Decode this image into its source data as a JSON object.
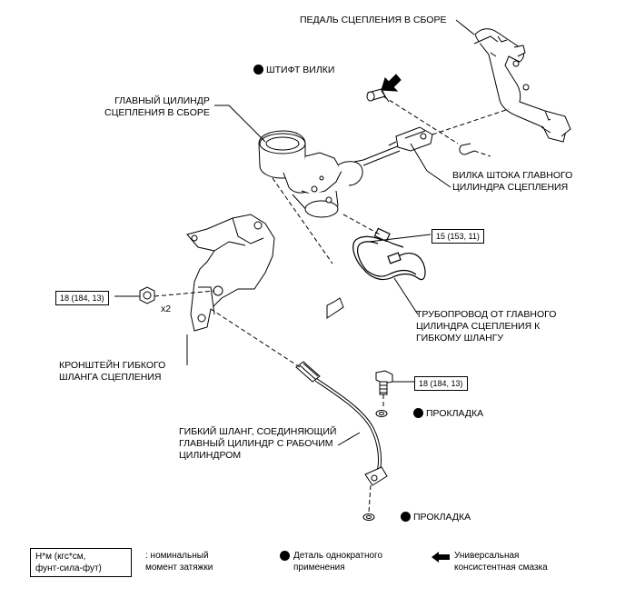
{
  "labels": {
    "pedal": "ПЕДАЛЬ СЦЕПЛЕНИЯ В СБОРЕ",
    "clevis_pin": "ШТИФТ ВИЛКИ",
    "master_cyl": [
      "ГЛАВНЫЙ ЦИЛИНДР",
      "СЦЕПЛЕНИЯ В СБОРЕ"
    ],
    "push_rod_clevis": [
      "ВИЛКА ШТОКА ГЛАВНОГО",
      "ЦИЛИНДРА СЦЕПЛЕНИЯ"
    ],
    "tube": [
      "ТРУБОПРОВОД ОТ ГЛАВНОГО",
      "ЦИЛИНДРА СЦЕПЛЕНИЯ К",
      "ГИБКОМУ ШЛАНГУ"
    ],
    "bracket": [
      "КРОНШТЕЙН ГИБКОГО",
      "ШЛАНГА СЦЕПЛЕНИЯ"
    ],
    "hose": [
      "ГИБКИЙ ШЛАНГ, СОЕДИНЯЮЩИЙ",
      "ГЛАВНЫЙ ЦИЛИНДР С РАБОЧИМ",
      "ЦИЛИНДРОМ"
    ],
    "gasket_1": "ПРОКЛАДКА",
    "gasket_2": "ПРОКЛАДКА",
    "x2": "x2"
  },
  "torques": {
    "tube": "15 (153, 11)",
    "nut": "18 (184, 13)",
    "bolt": "18 (184, 13)"
  },
  "legend": {
    "unit": [
      "Н*м (кгс*см,",
      "фунт-сила-фут)"
    ],
    "torque_desc": [
      ": номинальный",
      "момент затяжки"
    ],
    "non_reusable": [
      "Деталь однократного",
      "применения"
    ],
    "grease": [
      "Универсальная",
      "консистентная смазка"
    ],
    "non_reusable_icon": "filled-circle-icon",
    "grease_icon": "arrow-left-icon"
  }
}
